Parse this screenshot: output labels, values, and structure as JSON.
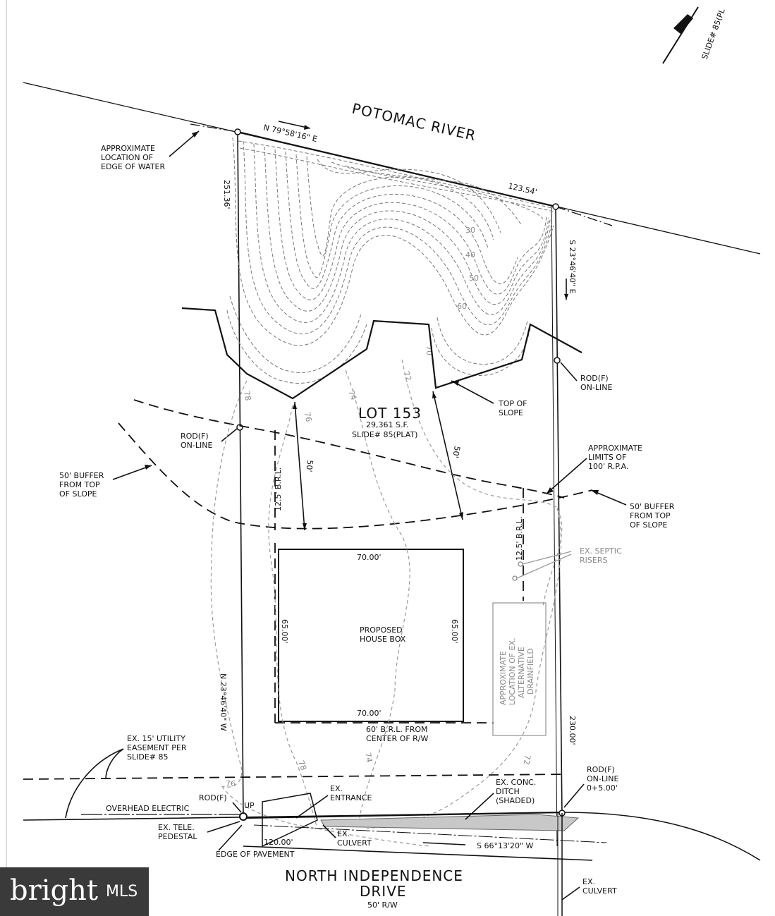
{
  "title": "POTOMAC RIVER",
  "lot": {
    "name": "LOT 153",
    "area": "29,361 S.F.",
    "slide": "SLIDE# 85(PLAT)"
  },
  "bearings": {
    "top": "N 79°58'16\" E",
    "right": "S 23°46'40\" E",
    "left": "N 23°46'40\" W",
    "bottom": "S 66°13'20\" W"
  },
  "distances": {
    "top": "123.54'",
    "left_top": "251.36'",
    "right": "230.00'",
    "bottom": "120.00'",
    "house_top": "70.00'",
    "house_bottom": "70.00'",
    "house_left": "65.00'",
    "house_right": "65.00'",
    "brl_left": "12.5' B.R.L.",
    "brl_right": "12.5' B.R.L.",
    "dim_left": "50'",
    "dim_right": "50'"
  },
  "labels": {
    "water": [
      "APPROXIMATE",
      "LOCATION OF",
      "EDGE OF WATER"
    ],
    "rod_right": [
      "ROD(F)",
      "ON-LINE"
    ],
    "rod_left": [
      "ROD(F)",
      "ON-LINE"
    ],
    "top_of_slope": [
      "TOP OF",
      "SLOPE"
    ],
    "buffer_left": [
      "50' BUFFER",
      "FROM TOP",
      "OF SLOPE"
    ],
    "buffer_right": [
      "50' BUFFER",
      "FROM TOP",
      "OF SLOPE"
    ],
    "rpa": [
      "APPROXIMATE",
      "LIMITS OF",
      "100' R.P.A."
    ],
    "septic": [
      "EX. SEPTIC",
      "RISERS"
    ],
    "house": [
      "PROPOSED",
      "HOUSE BOX"
    ],
    "drainfield": [
      "APPROXIMATE",
      "LOCATION OF EX.",
      "ALTERNATIVE",
      "DRAINFIELD"
    ],
    "brl_front": [
      "60' B.R.L. FROM",
      "CENTER OF R/W"
    ],
    "utility": [
      "EX. 15' UTILITY",
      "EASEMENT PER",
      "SLIDE# 85"
    ],
    "rod_front": [
      "ROD(F)",
      "ON-LINE",
      "0+5.00'"
    ],
    "ditch": [
      "EX. CONC.",
      "DITCH",
      "(SHADED)"
    ],
    "entrance": [
      "EX.",
      "ENTRANCE"
    ],
    "culvert_left": [
      "EX.",
      "CULVERT"
    ],
    "culvert_right": [
      "EX.",
      "CULVERT"
    ],
    "overhead": "OVERHEAD ELECTRIC",
    "rod_f": "ROD(F)",
    "up": "UP",
    "tele": [
      "EX. TELE.",
      "PEDESTAL"
    ],
    "pavement": "EDGE OF PAVEMENT",
    "slide_corner": "SLIDE# 85(PL"
  },
  "road": {
    "name1": "NORTH INDEPENDENCE",
    "name2": "DRIVE",
    "rw": "50' R/W"
  },
  "contour_numbers": [
    "30",
    "40",
    "50",
    "60",
    "70",
    "72",
    "74",
    "76",
    "78",
    "72",
    "74",
    "76",
    "78"
  ],
  "logo": {
    "brand": "bright",
    "suffix": "MLS"
  }
}
